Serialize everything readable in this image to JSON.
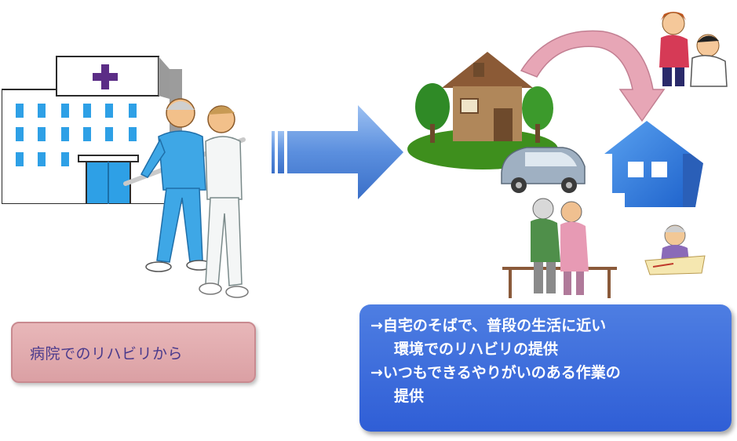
{
  "left_label": "病院でのリハビリから",
  "right_box": {
    "lines": [
      "→自宅のそばで、普段の生活に近い",
      "環境でのリハビリの提供",
      "→いつもできるやりがいのある作業の",
      "提供"
    ]
  },
  "colors": {
    "pink_box": "#dba0a4",
    "blue_box": "#2f5ed6",
    "arrow": "#5b8fde",
    "hospital_window": "#2ea0e6",
    "hospital_cross": "#5b2d86",
    "blue_house": "#2f7fe0"
  },
  "icons": {
    "hospital": "hospital-building-icon",
    "big_arrow": "right-arrow-icon",
    "home": "house-icon",
    "car": "car-icon",
    "blue_house": "blue-house-icon",
    "curved_arrow": "curved-arrow-icon"
  }
}
